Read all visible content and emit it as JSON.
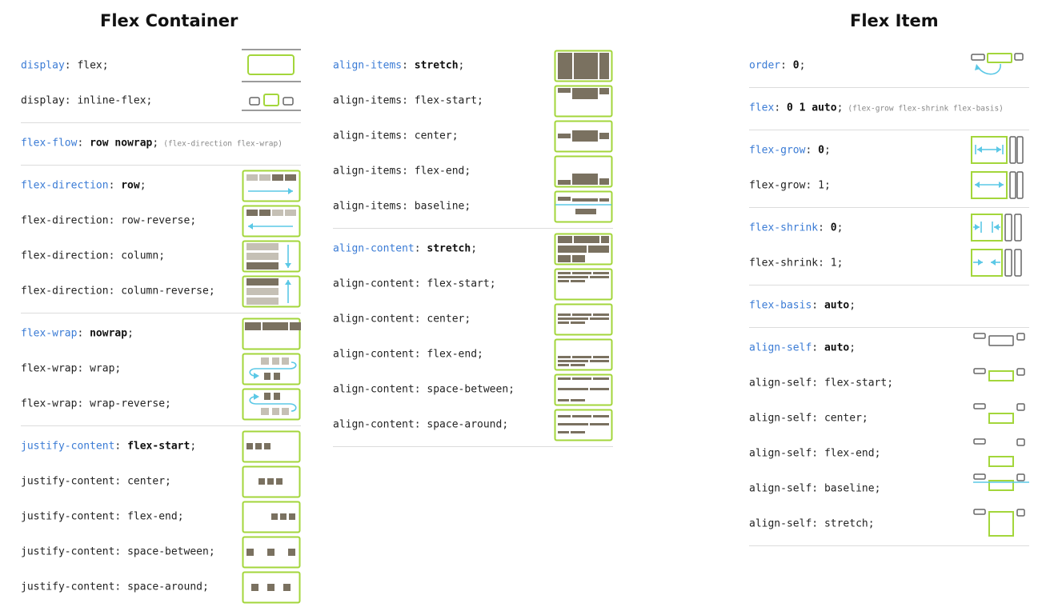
{
  "container": {
    "heading": "Flex Container",
    "col1": [
      {
        "prop": "display",
        "value": "flex",
        "hl": true,
        "bold": false,
        "icon": "display-flex-icon"
      },
      {
        "prop": "display",
        "value": "inline-flex",
        "hl": false,
        "bold": false,
        "icon": "display-inline-flex-icon"
      },
      {
        "sep": true
      },
      {
        "prop": "flex-flow",
        "value": "row nowrap",
        "hl": true,
        "bold": true,
        "note": "(flex-direction flex-wrap)"
      },
      {
        "sep": true
      },
      {
        "prop": "flex-direction",
        "value": "row",
        "hl": true,
        "bold": true,
        "icon": "direction-row-icon"
      },
      {
        "prop": "flex-direction",
        "value": "row-reverse",
        "hl": false,
        "bold": false,
        "icon": "direction-row-reverse-icon"
      },
      {
        "prop": "flex-direction",
        "value": "column",
        "hl": false,
        "bold": false,
        "icon": "direction-column-icon"
      },
      {
        "prop": "flex-direction",
        "value": "column-reverse",
        "hl": false,
        "bold": false,
        "icon": "direction-column-reverse-icon"
      },
      {
        "sep": true
      },
      {
        "prop": "flex-wrap",
        "value": "nowrap",
        "hl": true,
        "bold": true,
        "icon": "wrap-nowrap-icon"
      },
      {
        "prop": "flex-wrap",
        "value": "wrap",
        "hl": false,
        "bold": false,
        "icon": "wrap-wrap-icon"
      },
      {
        "prop": "flex-wrap",
        "value": "wrap-reverse",
        "hl": false,
        "bold": false,
        "icon": "wrap-reverse-icon"
      },
      {
        "sep": true
      },
      {
        "prop": "justify-content",
        "value": "flex-start",
        "hl": true,
        "bold": true,
        "icon": "justify-flex-start-icon"
      },
      {
        "prop": "justify-content",
        "value": "center",
        "hl": false,
        "bold": false,
        "icon": "justify-center-icon"
      },
      {
        "prop": "justify-content",
        "value": "flex-end",
        "hl": false,
        "bold": false,
        "icon": "justify-flex-end-icon"
      },
      {
        "prop": "justify-content",
        "value": "space-between",
        "hl": false,
        "bold": false,
        "icon": "justify-space-between-icon"
      },
      {
        "prop": "justify-content",
        "value": "space-around",
        "hl": false,
        "bold": false,
        "icon": "justify-space-around-icon"
      }
    ],
    "col2": [
      {
        "prop": "align-items",
        "value": "stretch",
        "hl": true,
        "bold": true,
        "icon": "align-items-stretch-icon"
      },
      {
        "prop": "align-items",
        "value": "flex-start",
        "hl": false,
        "bold": false,
        "icon": "align-items-flex-start-icon"
      },
      {
        "prop": "align-items",
        "value": "center",
        "hl": false,
        "bold": false,
        "icon": "align-items-center-icon"
      },
      {
        "prop": "align-items",
        "value": "flex-end",
        "hl": false,
        "bold": false,
        "icon": "align-items-flex-end-icon"
      },
      {
        "prop": "align-items",
        "value": "baseline",
        "hl": false,
        "bold": false,
        "icon": "align-items-baseline-icon"
      },
      {
        "sep": true
      },
      {
        "prop": "align-content",
        "value": "stretch",
        "hl": true,
        "bold": true,
        "icon": "align-content-stretch-icon"
      },
      {
        "prop": "align-content",
        "value": "flex-start",
        "hl": false,
        "bold": false,
        "icon": "align-content-flex-start-icon"
      },
      {
        "prop": "align-content",
        "value": "center",
        "hl": false,
        "bold": false,
        "icon": "align-content-center-icon"
      },
      {
        "prop": "align-content",
        "value": "flex-end",
        "hl": false,
        "bold": false,
        "icon": "align-content-flex-end-icon"
      },
      {
        "prop": "align-content",
        "value": "space-between",
        "hl": false,
        "bold": false,
        "icon": "align-content-space-between-icon"
      },
      {
        "prop": "align-content",
        "value": "space-around",
        "hl": false,
        "bold": false,
        "icon": "align-content-space-around-icon"
      },
      {
        "sep": true
      }
    ]
  },
  "item": {
    "heading": "Flex Item",
    "col3": [
      {
        "prop": "order",
        "value": "0",
        "hl": true,
        "bold": true,
        "icon": "order-icon"
      },
      {
        "sep": true
      },
      {
        "prop": "flex",
        "value": "0 1 auto",
        "hl": true,
        "bold": true,
        "note": "(flex-grow flex-shrink flex-basis)"
      },
      {
        "sep": true
      },
      {
        "prop": "flex-grow",
        "value": "0",
        "hl": true,
        "bold": true,
        "icon": "flex-grow-0-icon"
      },
      {
        "prop": "flex-grow",
        "value": "1",
        "hl": false,
        "bold": false,
        "icon": "flex-grow-1-icon"
      },
      {
        "sep": true
      },
      {
        "prop": "flex-shrink",
        "value": "0",
        "hl": true,
        "bold": true,
        "icon": "flex-shrink-0-icon"
      },
      {
        "prop": "flex-shrink",
        "value": "1",
        "hl": false,
        "bold": false,
        "icon": "flex-shrink-1-icon"
      },
      {
        "sep": true
      },
      {
        "prop": "flex-basis",
        "value": "auto",
        "hl": true,
        "bold": true
      },
      {
        "sep": true
      },
      {
        "prop": "align-self",
        "value": "auto",
        "hl": true,
        "bold": true,
        "icon": "align-self-auto-icon"
      },
      {
        "prop": "align-self",
        "value": "flex-start",
        "hl": false,
        "bold": false,
        "icon": "align-self-flex-start-icon"
      },
      {
        "prop": "align-self",
        "value": "center",
        "hl": false,
        "bold": false,
        "icon": "align-self-center-icon"
      },
      {
        "prop": "align-self",
        "value": "flex-end",
        "hl": false,
        "bold": false,
        "icon": "align-self-flex-end-icon"
      },
      {
        "prop": "align-self",
        "value": "baseline",
        "hl": false,
        "bold": false,
        "icon": "align-self-baseline-icon"
      },
      {
        "prop": "align-self",
        "value": "stretch",
        "hl": false,
        "bold": false,
        "icon": "align-self-stretch-icon"
      },
      {
        "sep": true
      }
    ]
  },
  "colors": {
    "property_blue": "#3a7bd5",
    "frame_green": "#a3d63b",
    "block_dark": "#7a7160",
    "block_light": "#c5c0b5",
    "arrow_cyan": "#5bc8e6"
  }
}
